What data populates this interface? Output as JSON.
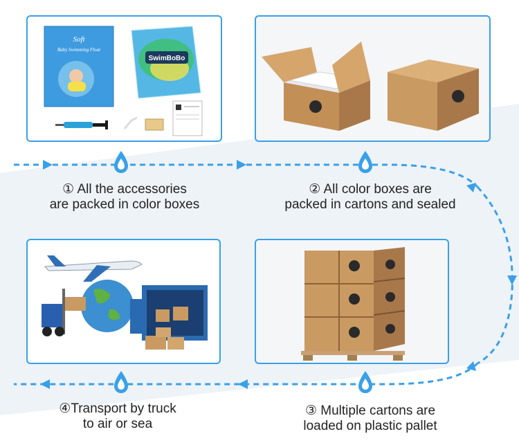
{
  "steps": [
    {
      "number": "①",
      "line1": "All the accessories",
      "line2": "are packed in color boxes"
    },
    {
      "number": "②",
      "line1": "All color boxes are",
      "line2": "packed in cartons and sealed"
    },
    {
      "number": "③",
      "line1": "Multiple cartons are",
      "line2": "loaded on plastic pallet"
    },
    {
      "number": "④",
      "line1": "Transport by truck",
      "line2": "to air or sea"
    }
  ],
  "product": {
    "box_title": "Soft",
    "box_subtitle": "Baby Swimming Float",
    "bag_brand": "SwimBoBo"
  },
  "colors": {
    "accent": "#3aa0e8",
    "carton": "#c99a62",
    "carton_dark": "#a8784a"
  }
}
